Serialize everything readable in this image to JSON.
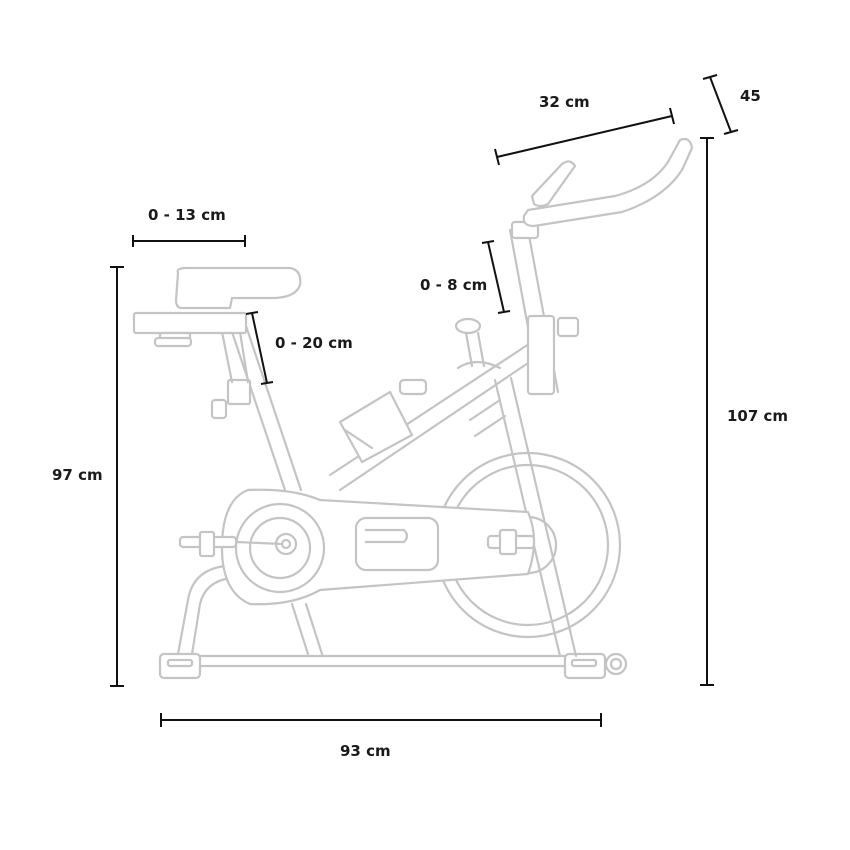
{
  "dimensions": {
    "handlebar_width": "32 cm",
    "handlebar_depth": "45",
    "handlebar_height_adjust": "0 - 8 cm",
    "seat_horizontal_adjust": "0 - 13 cm",
    "seat_height_adjust": "0 - 20 cm",
    "seat_height": "97 cm",
    "total_height": "107 cm",
    "total_length": "93 cm"
  },
  "colors": {
    "bike_outline": "#c4c4c4",
    "dimension_lines": "#111111",
    "text": "#1a1a1a",
    "background": "#ffffff"
  }
}
